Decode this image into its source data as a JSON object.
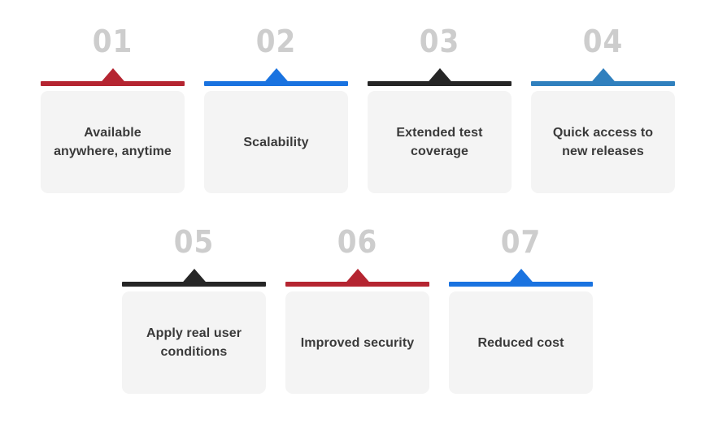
{
  "background_color": "#ffffff",
  "card_color": "#f4f4f4",
  "number_color": "#cdcdcd",
  "label_color": "#3a3a3a",
  "rows": {
    "top": {
      "steps": [
        {
          "number": "01",
          "label": "Available anywhere, anytime",
          "accent": "#b52531"
        },
        {
          "number": "02",
          "label": "Scalability",
          "accent": "#1a73e0"
        },
        {
          "number": "03",
          "label": "Extended test coverage",
          "accent": "#262626"
        },
        {
          "number": "04",
          "label": "Quick access to new releases",
          "accent": "#3080be"
        }
      ]
    },
    "bottom": {
      "steps": [
        {
          "number": "05",
          "label": "Apply real user conditions",
          "accent": "#262626"
        },
        {
          "number": "06",
          "label": "Improved security",
          "accent": "#b52531"
        },
        {
          "number": "07",
          "label": "Reduced cost",
          "accent": "#1a73e0"
        }
      ]
    }
  }
}
